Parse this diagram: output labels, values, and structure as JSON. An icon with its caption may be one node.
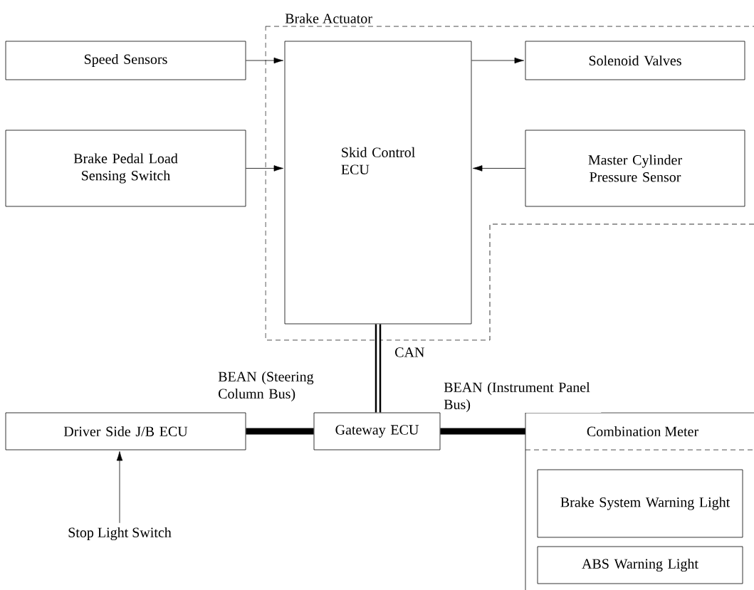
{
  "diagram": {
    "nodes": [
      {
        "text": [
          "Brake Actuator"
        ]
      },
      {
        "text": [
          "Skid Control ECU"
        ],
        "in": 0
      },
      {
        "text": [
          "Speed Sensors"
        ]
      },
      {
        "text": [
          "Brake Pedal Load Sensing Switch"
        ]
      },
      {
        "text": [
          "Solenoid Valves"
        ],
        "in": 0
      },
      {
        "text": [
          "Master Cylinder Pressure Sensor"
        ],
        "in": 0
      },
      {
        "text": [
          "Driver Side J/B ECU"
        ]
      },
      {
        "text": [
          "Gateway ECU"
        ]
      },
      {
        "text": [
          "Combination Meter"
        ]
      },
      {
        "text": [
          "Brake System Warning Light"
        ],
        "in": 8
      },
      {
        "text": [
          "ABS Warning Light"
        ],
        "in": 8
      },
      {
        "text": [
          "Stop Light Switch"
        ]
      }
    ],
    "edges": [
      {
        "from": 2,
        "to": 1,
        "arrow": "to"
      },
      {
        "from": 3,
        "to": 1,
        "arrow": "to"
      },
      {
        "from": 1,
        "to": 4,
        "arrow": "to"
      },
      {
        "from": 5,
        "to": 1,
        "arrow": "to"
      },
      {
        "from": 1,
        "to": 7,
        "arrow": "none",
        "style": "thick",
        "label": "CAN"
      },
      {
        "from": 6,
        "to": 7,
        "arrow": "none",
        "style": "thick",
        "label": "BEAN (Steering Column Bus)"
      },
      {
        "from": 7,
        "to": 8,
        "arrow": "none",
        "style": "thick",
        "label": "BEAN (Instrument Panel Bus)"
      },
      {
        "from": 11,
        "to": 6,
        "arrow": "to"
      }
    ]
  }
}
